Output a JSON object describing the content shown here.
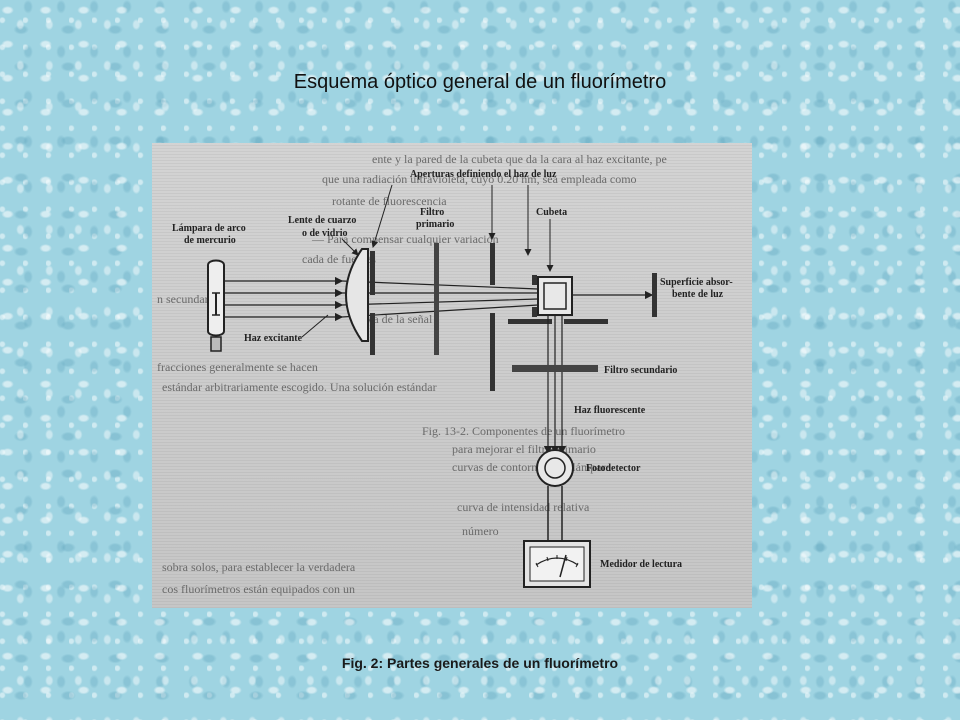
{
  "slide": {
    "title": "Esquema óptico general de un fluorímetro",
    "caption": "Fig. 2: Partes generales de un fluorímetro"
  },
  "figure": {
    "labels": {
      "lamp_line1": "Lámpara de arco",
      "lamp_line2": "de mercurio",
      "lens_line1": "Lente de cuarzo",
      "lens_line2": "o de vidrio",
      "primary_filter_line1": "Filtro",
      "primary_filter_line2": "primario",
      "apertures": "Aperturas definiendo el haz de luz",
      "cuvette": "Cubeta",
      "absorbing_surface_line1": "Superficie absor-",
      "absorbing_surface_line2": "bente de luz",
      "exciting_beam": "Haz excitante",
      "secondary_filter": "Filtro secundario",
      "fluorescent_beam": "Haz fluorescente",
      "photodetector": "Fotodetector",
      "reading_meter": "Medidor de lectura"
    },
    "background_text": [
      "ente y la pared de la cubeta que da la cara al haz excitante, pe",
      "que una radiación ultravioleta, cuyo 0.20 nm, sea empleada como",
      "rotante de fluorescencia",
      "— Para compensar cualquier variación",
      "cada de fuentes",
      "n secundario",
      "nerva de la señal",
      "fracciones generalmente se hacen",
      "estándar arbitrariamente escogido. Una solución estándar",
      "Fig. 13-2. Componentes de un fluorímetro",
      "para mejorar el filtro primario",
      "curvas de contorno de la lámpara",
      "curva de intensidad relativa",
      "número",
      "sobra solos, para establecer la verdadera",
      "cos fluorímetros están equipados con un"
    ],
    "colors": {
      "scan_background": "#dcdcdc",
      "ink": "#222222",
      "page_background": "#9fd4e2"
    }
  }
}
